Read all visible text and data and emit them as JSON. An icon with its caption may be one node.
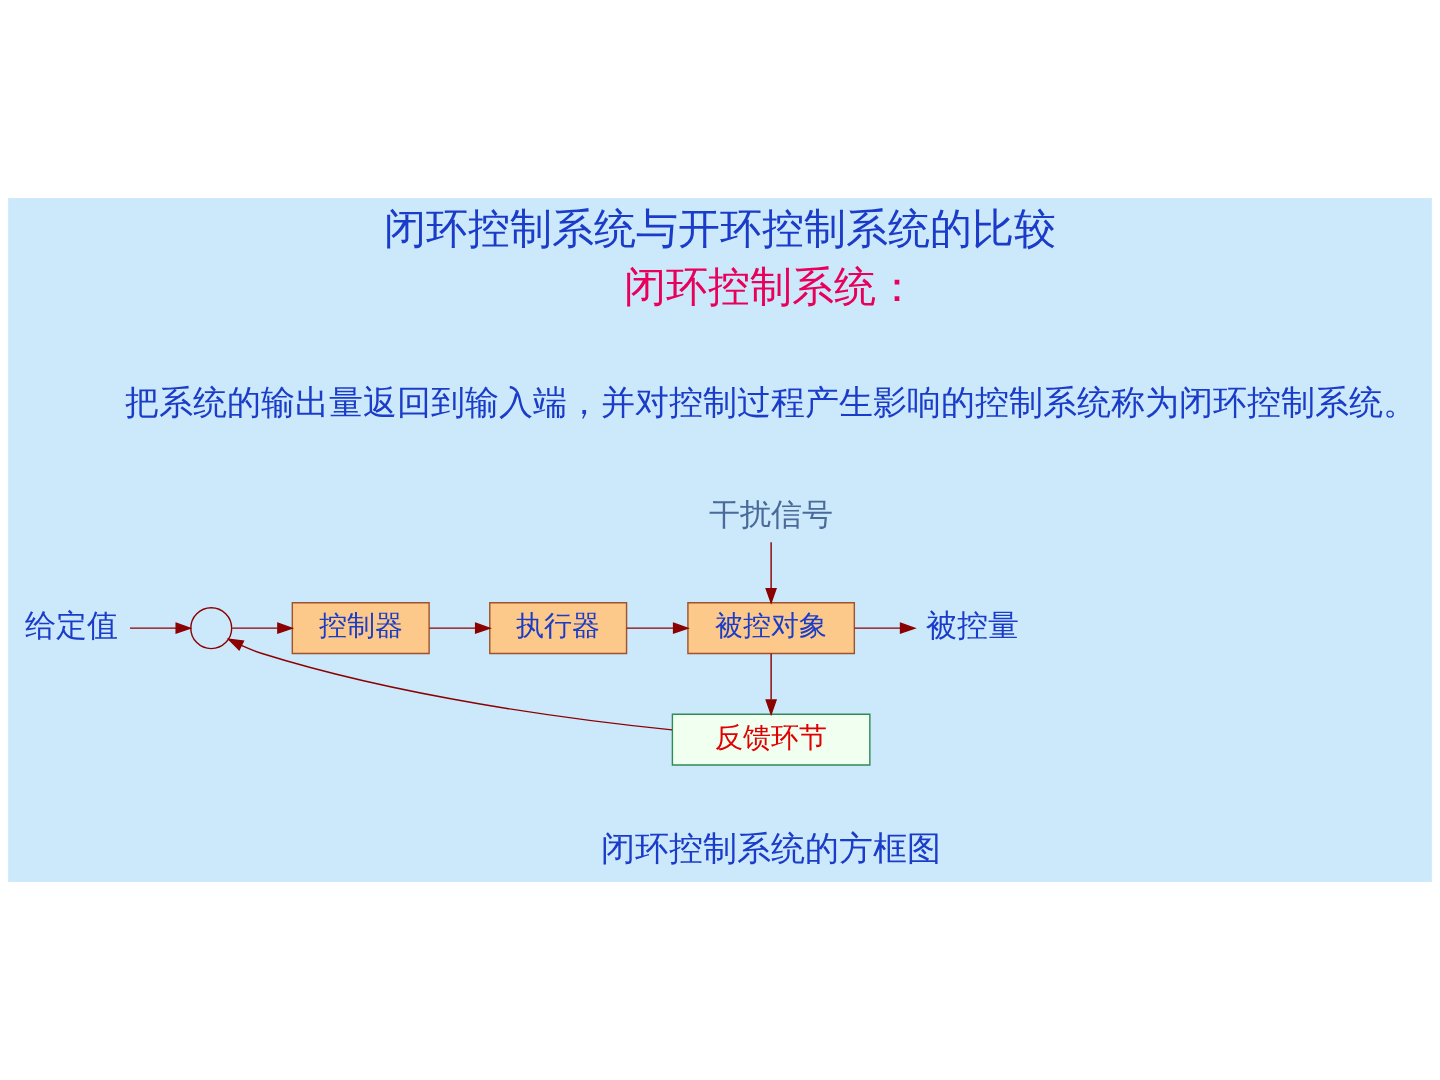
{
  "diagram": {
    "title": "闭环控制系统与开环控制系统的比较",
    "caption": "闭环控制系统的方框图",
    "nodes": [
      {
        "text": [
          "给定值"
        ]
      },
      {
        "text": [],
        "shape": "circle"
      },
      {
        "text": [
          "控制器"
        ]
      },
      {
        "text": [
          "执行器"
        ]
      },
      {
        "text": [
          "被控对象"
        ]
      },
      {
        "text": [
          "干扰信号"
        ]
      },
      {
        "text": [
          "被控量"
        ]
      },
      {
        "text": [
          "反馈环节"
        ]
      }
    ],
    "edges": [
      {
        "from": 0,
        "to": 1,
        "arrow": "to"
      },
      {
        "from": 1,
        "to": 2,
        "arrow": "to"
      },
      {
        "from": 2,
        "to": 3,
        "arrow": "to"
      },
      {
        "from": 3,
        "to": 4,
        "arrow": "to"
      },
      {
        "from": 5,
        "to": 4,
        "arrow": "to"
      },
      {
        "from": 4,
        "to": 6,
        "arrow": "to"
      },
      {
        "from": 4,
        "to": 7,
        "arrow": "to"
      },
      {
        "from": 7,
        "to": 1,
        "arrow": "to"
      }
    ],
    "labels": [
      "闭环控制系统：",
      "把系统的输出量返回到输入端，并对控制过程产生影响的控制系统称为闭环控制系统。"
    ]
  }
}
